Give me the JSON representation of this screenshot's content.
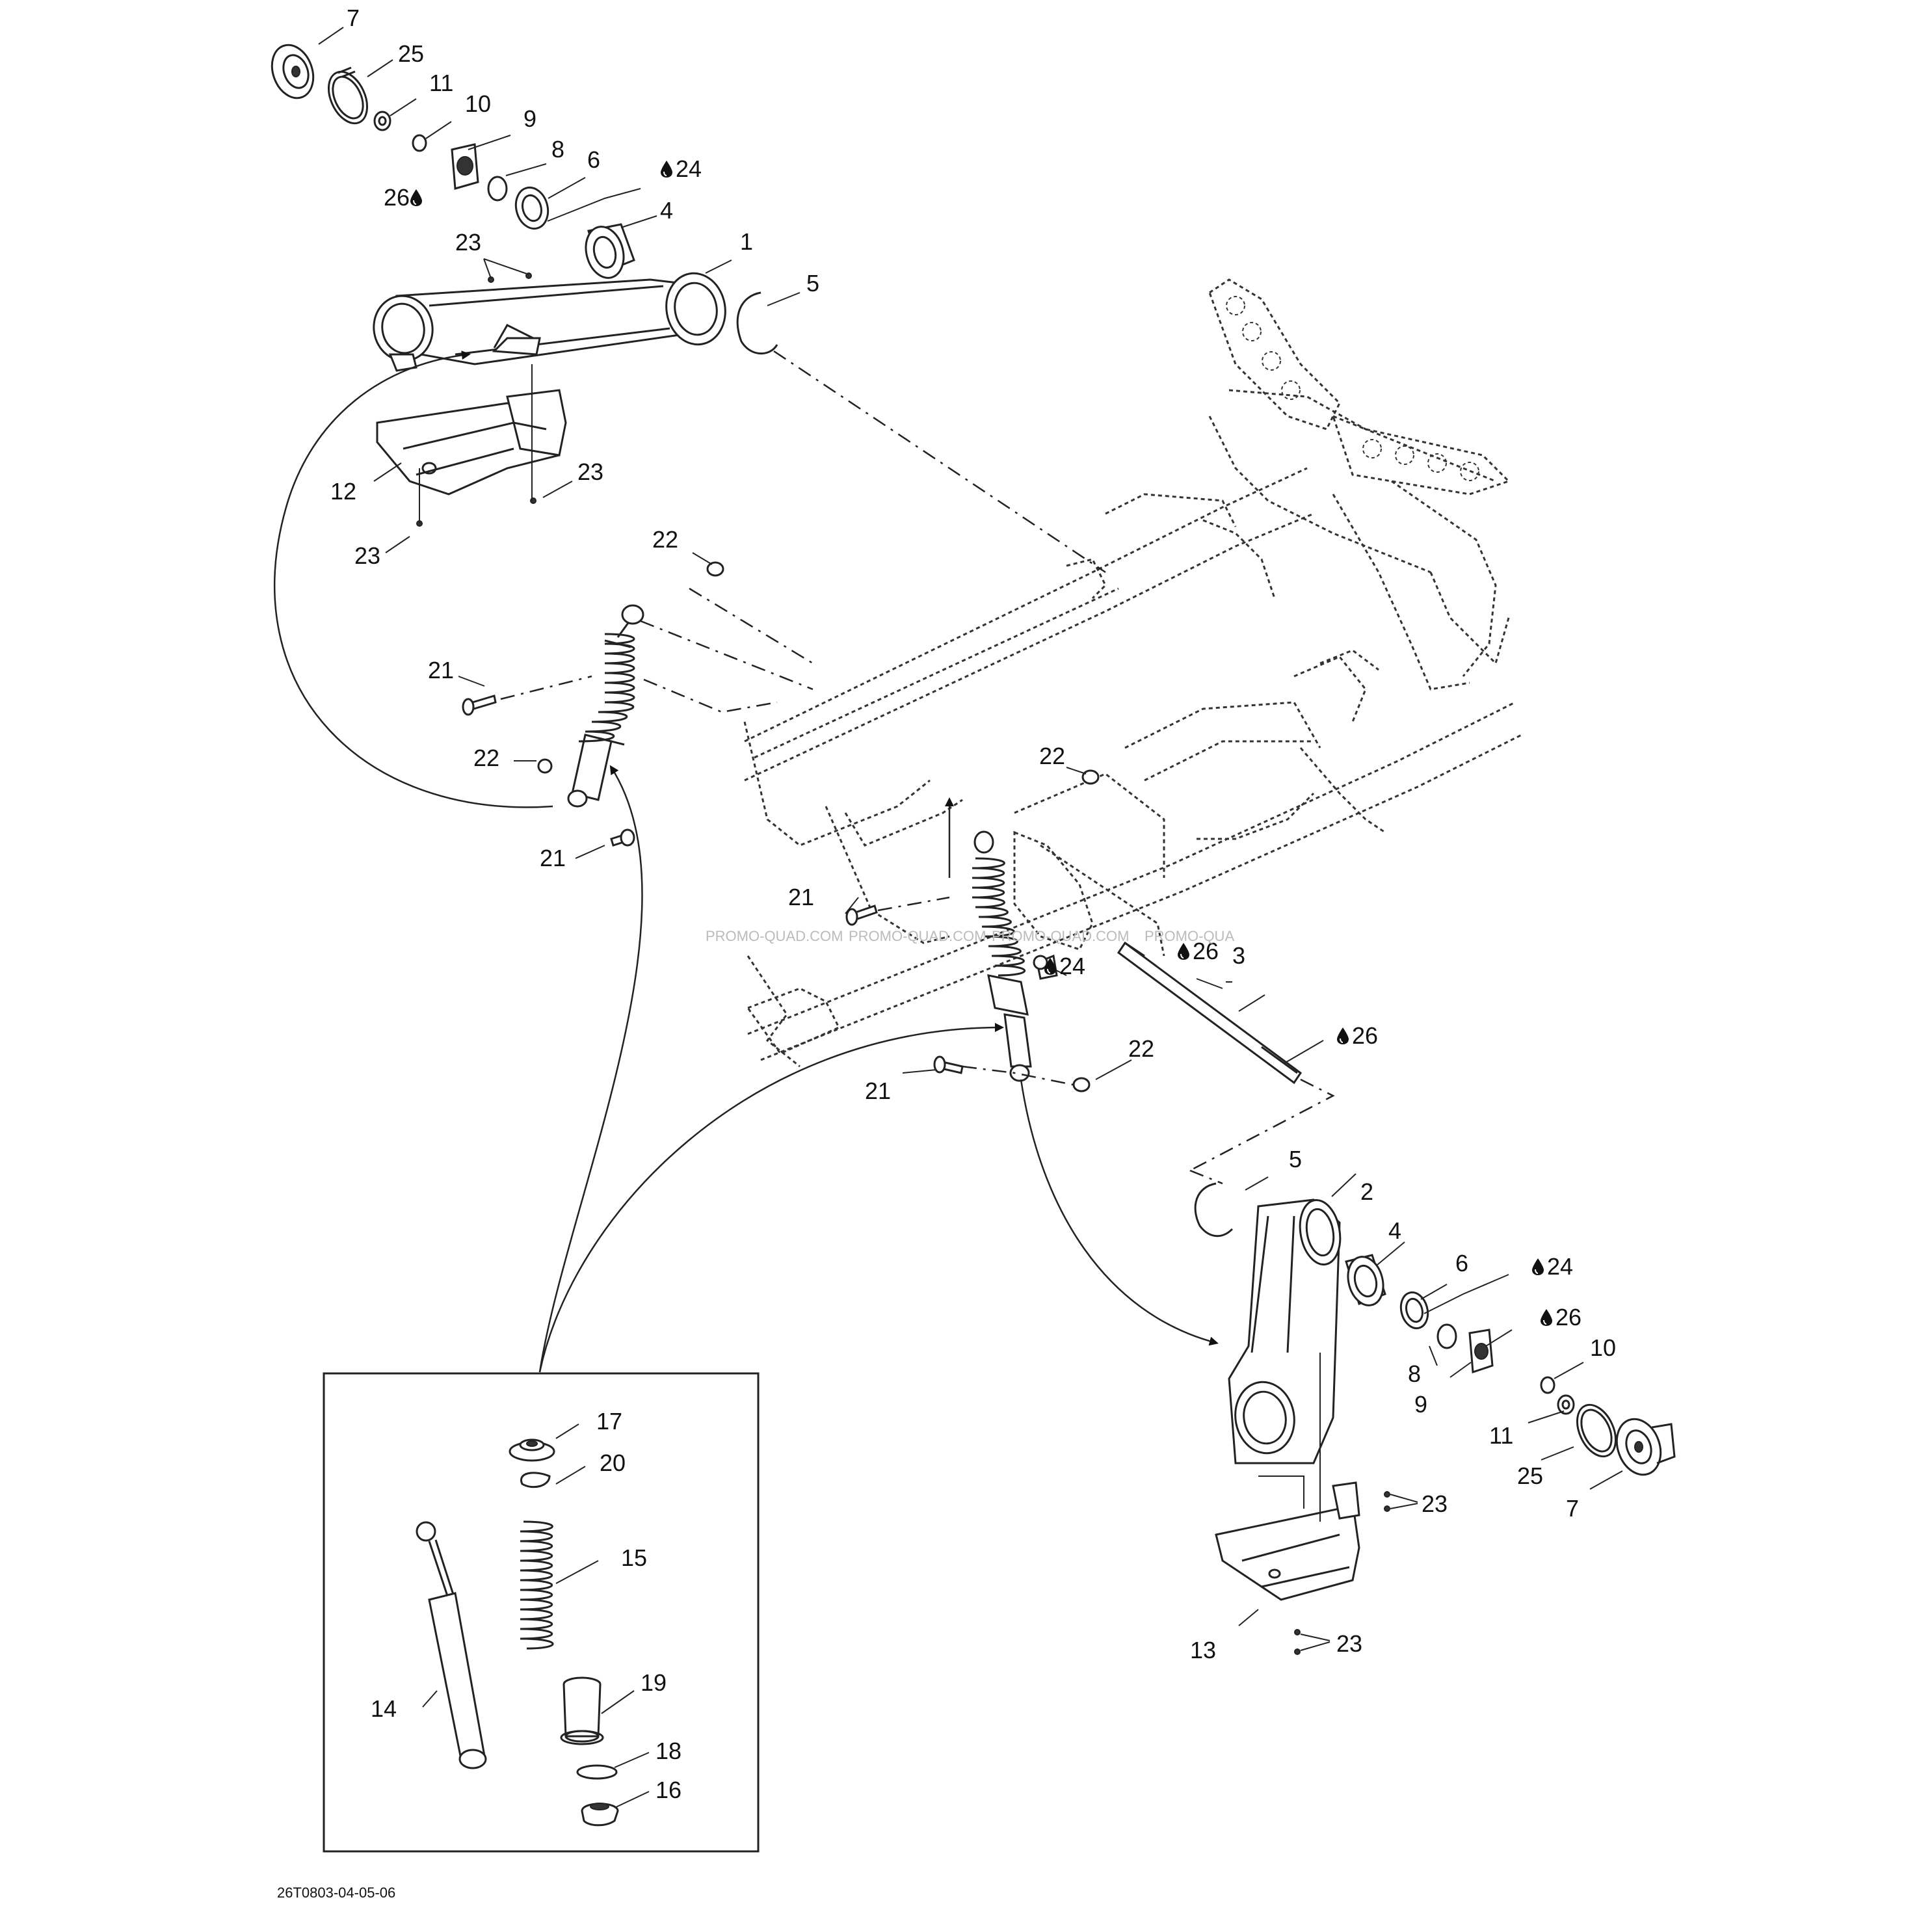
{
  "diagram": {
    "callouts": [
      {
        "id": "c-7-top",
        "text": "7",
        "oil": false
      },
      {
        "id": "c-25-top",
        "text": "25",
        "oil": false
      },
      {
        "id": "c-11-top",
        "text": "11",
        "oil": false
      },
      {
        "id": "c-10-top",
        "text": "10",
        "oil": false
      },
      {
        "id": "c-9-top",
        "text": "9",
        "oil": false
      },
      {
        "id": "c-8-top",
        "text": "8",
        "oil": false
      },
      {
        "id": "c-6-top",
        "text": "6",
        "oil": false
      },
      {
        "id": "c-24-top",
        "text": "24",
        "oil": true
      },
      {
        "id": "c-26-top",
        "text": "26",
        "oil": true
      },
      {
        "id": "c-4-top",
        "text": "4",
        "oil": false
      },
      {
        "id": "c-23-top",
        "text": "23",
        "oil": false
      },
      {
        "id": "c-1",
        "text": "1",
        "oil": false
      },
      {
        "id": "c-5-top",
        "text": "5",
        "oil": false
      },
      {
        "id": "c-12",
        "text": "12",
        "oil": false
      },
      {
        "id": "c-23-mid1",
        "text": "23",
        "oil": false
      },
      {
        "id": "c-23-mid2",
        "text": "23",
        "oil": false
      },
      {
        "id": "c-22-a",
        "text": "22",
        "oil": false
      },
      {
        "id": "c-21-a",
        "text": "21",
        "oil": false
      },
      {
        "id": "c-22-b",
        "text": "22",
        "oil": false
      },
      {
        "id": "c-21-b",
        "text": "21",
        "oil": false
      },
      {
        "id": "c-22-c",
        "text": "22",
        "oil": false
      },
      {
        "id": "c-21-c",
        "text": "21",
        "oil": false
      },
      {
        "id": "c-24-mid",
        "text": "24",
        "oil": true
      },
      {
        "id": "c-26-mid1",
        "text": "26",
        "oil": true
      },
      {
        "id": "c-3",
        "text": "3",
        "oil": false
      },
      {
        "id": "c-26-mid2",
        "text": "26",
        "oil": true
      },
      {
        "id": "c-22-d",
        "text": "22",
        "oil": false
      },
      {
        "id": "c-21-d",
        "text": "21",
        "oil": false
      },
      {
        "id": "c-5-bot",
        "text": "5",
        "oil": false
      },
      {
        "id": "c-2",
        "text": "2",
        "oil": false
      },
      {
        "id": "c-4-bot",
        "text": "4",
        "oil": false
      },
      {
        "id": "c-6-bot",
        "text": "6",
        "oil": false
      },
      {
        "id": "c-24-bot",
        "text": "24",
        "oil": true
      },
      {
        "id": "c-26-bot",
        "text": "26",
        "oil": true
      },
      {
        "id": "c-8-bot",
        "text": "8",
        "oil": false
      },
      {
        "id": "c-9-bot",
        "text": "9",
        "oil": false
      },
      {
        "id": "c-10-bot",
        "text": "10",
        "oil": false
      },
      {
        "id": "c-11-bot",
        "text": "11",
        "oil": false
      },
      {
        "id": "c-25-bot",
        "text": "25",
        "oil": false
      },
      {
        "id": "c-7-bot",
        "text": "7",
        "oil": false
      },
      {
        "id": "c-23-bot1",
        "text": "23",
        "oil": false
      },
      {
        "id": "c-13",
        "text": "13",
        "oil": false
      },
      {
        "id": "c-23-bot2",
        "text": "23",
        "oil": false
      },
      {
        "id": "c-17",
        "text": "17",
        "oil": false
      },
      {
        "id": "c-20",
        "text": "20",
        "oil": false
      },
      {
        "id": "c-15",
        "text": "15",
        "oil": false
      },
      {
        "id": "c-14",
        "text": "14",
        "oil": false
      },
      {
        "id": "c-19",
        "text": "19",
        "oil": false
      },
      {
        "id": "c-18",
        "text": "18",
        "oil": false
      },
      {
        "id": "c-16",
        "text": "16",
        "oil": false
      }
    ],
    "watermarks": [
      "PROMO-QUAD.COM",
      "PROMO-QUAD.COM",
      "PROMO-QUAD.COM",
      "PROMO-QUA"
    ],
    "drawing_code": "26T0803-04-05-06"
  }
}
